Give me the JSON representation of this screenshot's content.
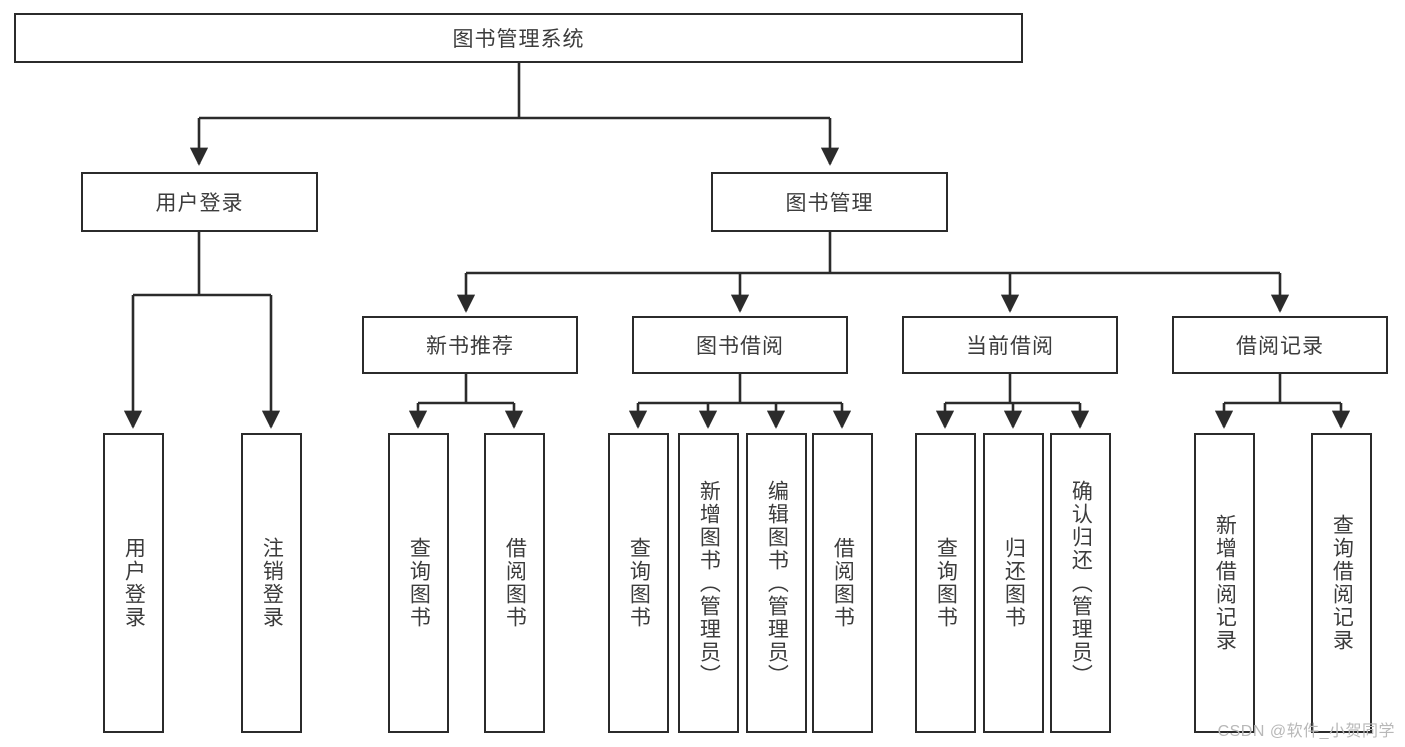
{
  "diagram": {
    "title": "图书管理系统",
    "root": {
      "label": "图书管理系统"
    },
    "level2": [
      {
        "label": "用户登录"
      },
      {
        "label": "图书管理"
      }
    ],
    "level3": [
      {
        "label": "新书推荐"
      },
      {
        "label": "图书借阅"
      },
      {
        "label": "当前借阅"
      },
      {
        "label": "借阅记录"
      }
    ],
    "leaves": [
      {
        "label": "用户登录",
        "parent": "用户登录"
      },
      {
        "label": "注销登录",
        "parent": "用户登录"
      },
      {
        "label": "查询图书",
        "parent": "新书推荐"
      },
      {
        "label": "借阅图书",
        "parent": "新书推荐"
      },
      {
        "label": "查询图书",
        "parent": "图书借阅"
      },
      {
        "label": "新增图书（管理员）",
        "parent": "图书借阅"
      },
      {
        "label": "编辑图书（管理员）",
        "parent": "图书借阅"
      },
      {
        "label": "借阅图书",
        "parent": "图书借阅"
      },
      {
        "label": "查询图书",
        "parent": "当前借阅"
      },
      {
        "label": "归还图书",
        "parent": "当前借阅"
      },
      {
        "label": "确认归还（管理员）",
        "parent": "当前借阅"
      },
      {
        "label": "新增借阅记录",
        "parent": "借阅记录"
      },
      {
        "label": "查询借阅记录",
        "parent": "借阅记录"
      }
    ],
    "colors": {
      "background": "#ffffff",
      "border": "#2b2b2b",
      "text": "#3c3c3c",
      "edge": "#2b2b2b",
      "watermark": "#b8b8b8"
    }
  },
  "watermark": {
    "text": "CSDN @软件_小贺同学"
  }
}
